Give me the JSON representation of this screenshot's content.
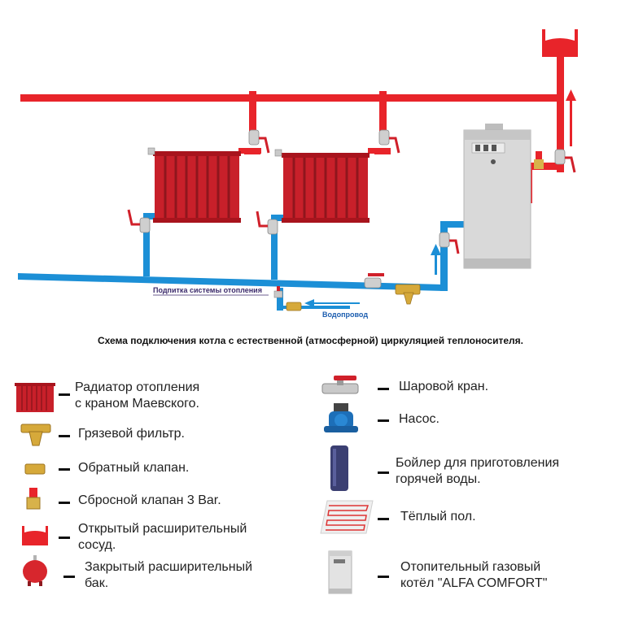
{
  "diagram": {
    "feed_label": "Подпитка системы отопления",
    "water_label": "Водопровод",
    "caption": "Схема подключения котла с естественной (атмосферной) циркуляцией теплоносителя.",
    "colors": {
      "hot_pipe": "#e8242a",
      "cold_pipe": "#1c8fd6",
      "radiator": "#c8202a",
      "boiler": "#d7d7d7",
      "label_purple": "#3b2a6b",
      "label_blue": "#1e5fb0"
    }
  },
  "legend": {
    "radiator_line1": "Радиатор отопления",
    "radiator_line2": "с краном Маевского.",
    "filter": "Грязевой фильтр.",
    "check_valve": "Обратный клапан.",
    "relief_valve": "Сбросной клапан 3 Bar.",
    "open_tank_line1": "Открытый расширительный",
    "open_tank_line2": "сосуд.",
    "closed_tank_line1": "Закрытый расширительный",
    "closed_tank_line2": "бак.",
    "ball_valve": "Шаровой кран.",
    "pump": "Насос.",
    "boiler_water_line1": "Бойлер для приготовления",
    "boiler_water_line2": "горячей воды.",
    "floor": "Тёплый пол.",
    "gas_boiler_line1": "Отопительный газовый",
    "gas_boiler_line2": "котёл \"ALFA COMFORT\""
  }
}
